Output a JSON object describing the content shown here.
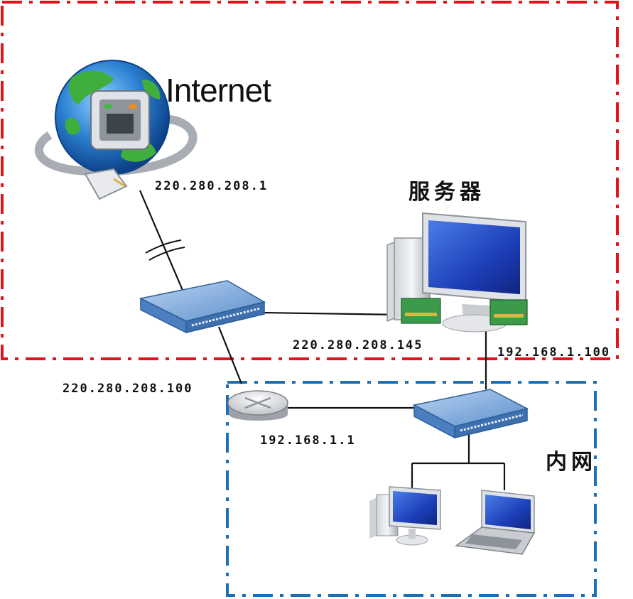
{
  "title": "Internet",
  "labels": {
    "ip_internet_gw": "220.280.208.1",
    "server_title": "服务器",
    "ip_server_external": "220.280.208.145",
    "ip_server_internal": "192.168.1.100",
    "ip_router_wan": "220.280.208.100",
    "ip_router_lan": "192.168.1.1",
    "intranet": "内网"
  },
  "zones": {
    "external_color": "#e0141b",
    "internal_color": "#1a6fb5"
  },
  "icons": [
    "globe-icon",
    "ethernet-plug-icon",
    "switch-icon",
    "server-icon",
    "router-icon",
    "desktop-icon",
    "laptop-icon"
  ]
}
